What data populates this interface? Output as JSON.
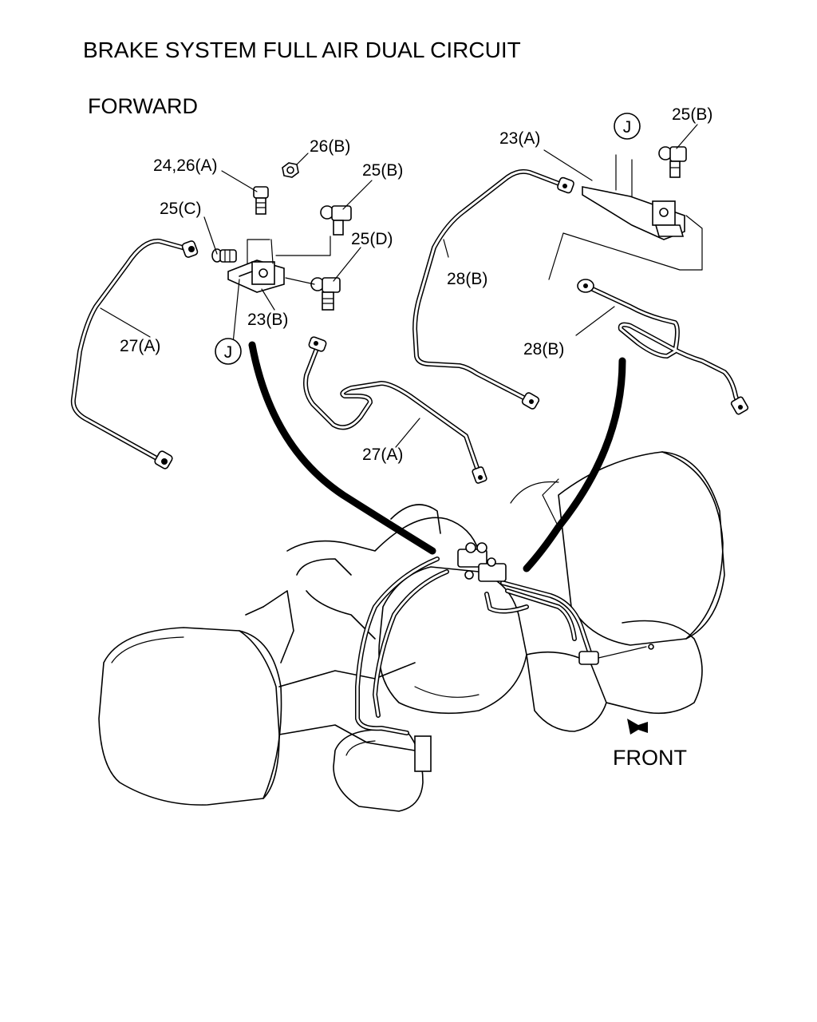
{
  "title": "BRAKE SYSTEM FULL AIR DUAL CIRCUIT",
  "subtitle": "FORWARD",
  "front_label": "FRONT",
  "callouts": {
    "c_24_26_a": "24,26(A)",
    "c_26_b": "26(B)",
    "c_25_b_left": "25(B)",
    "c_25_c": "25(C)",
    "c_25_d": "25(D)",
    "c_23_b": "23(B)",
    "c_27_a_left": "27(A)",
    "c_27_a_mid": "27(A)",
    "c_j_left": "J",
    "c_23_a": "23(A)",
    "c_j_right": "J",
    "c_25_b_right": "25(B)",
    "c_28_b_upper": "28(B)",
    "c_28_b_lower": "28(B)"
  }
}
